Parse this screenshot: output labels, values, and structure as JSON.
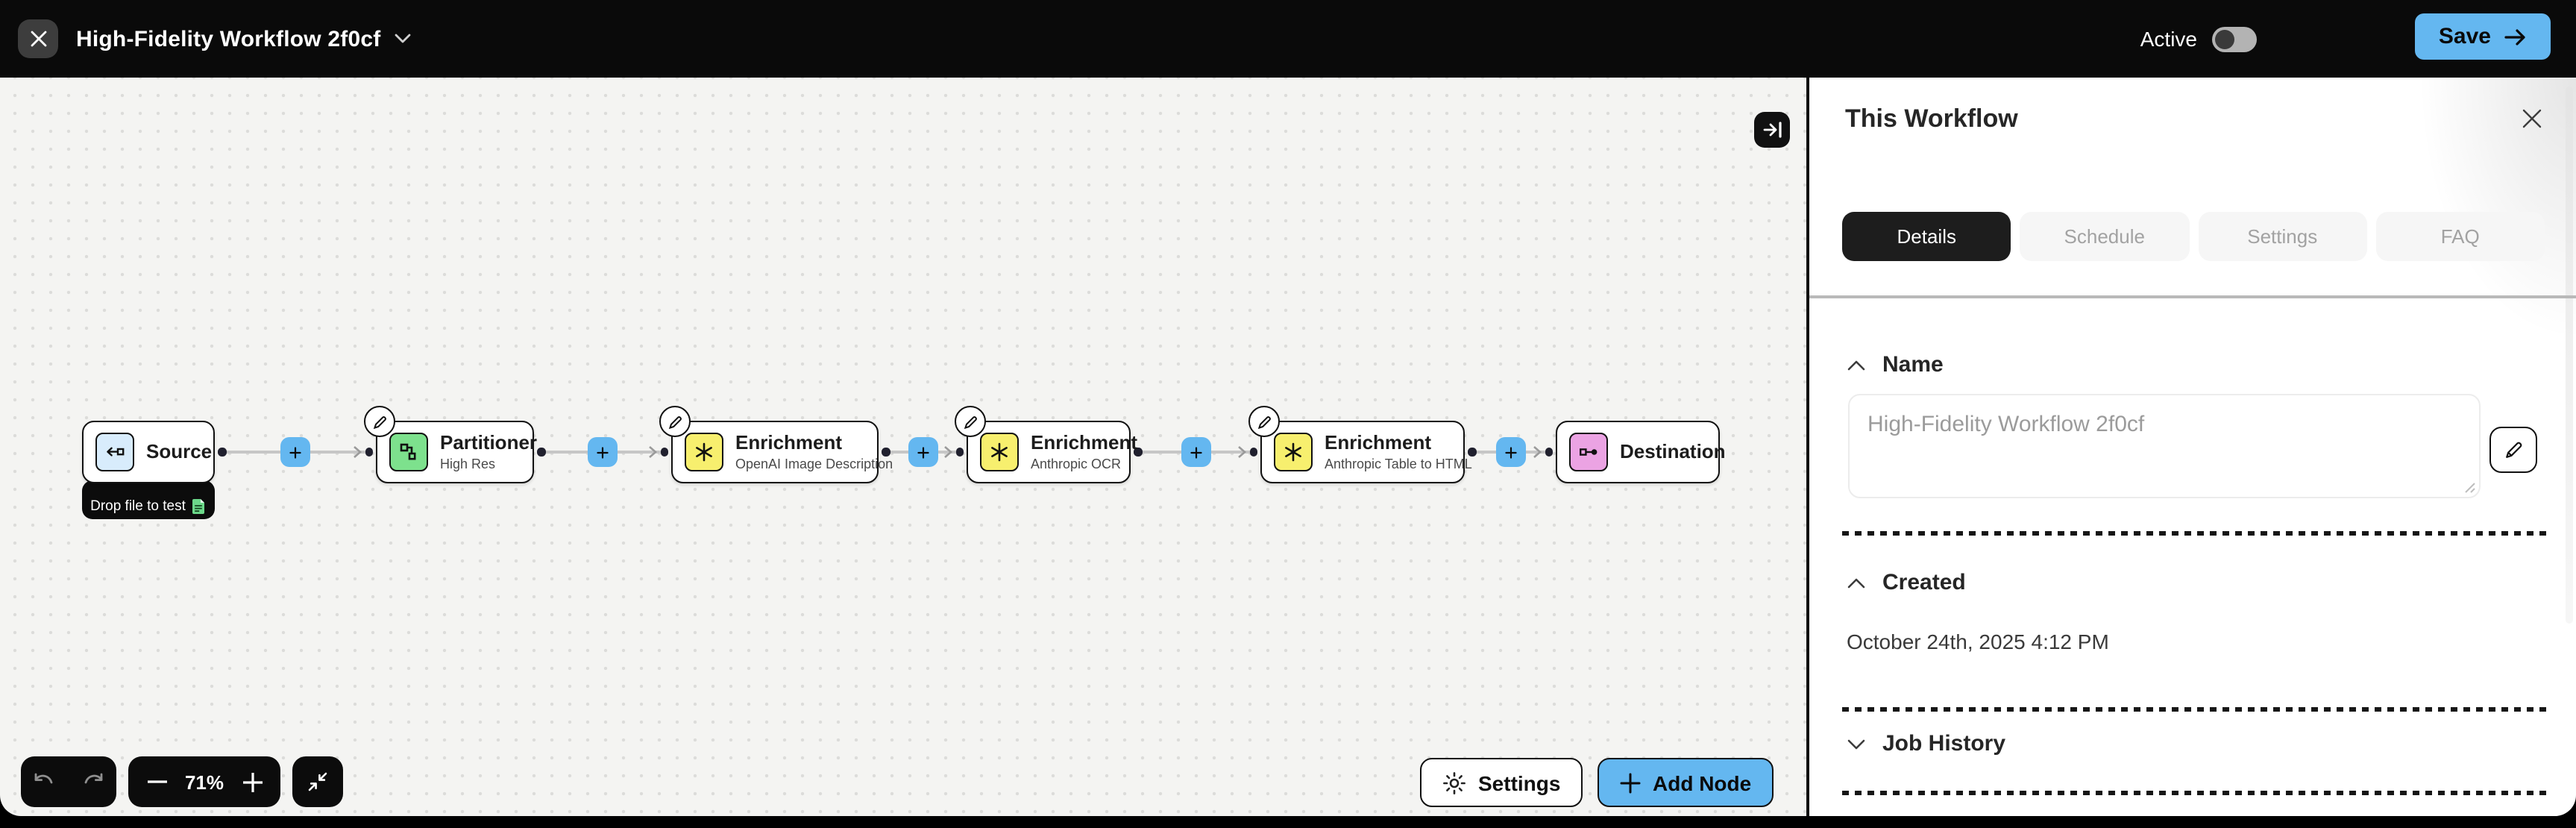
{
  "top_bar": {
    "title": "High-Fidelity Workflow 2f0cf",
    "active_label": "Active",
    "save_label": "Save"
  },
  "canvas": {
    "zoom_level": "71%",
    "settings_label": "Settings",
    "add_node_label": "Add Node",
    "nodes": [
      {
        "type": "source",
        "title": "Source",
        "badge": "Drop file to test"
      },
      {
        "type": "partitioner",
        "title": "Partitioner",
        "subtitle": "High Res"
      },
      {
        "type": "enrichment",
        "title": "Enrichment",
        "subtitle": "OpenAI Image Description"
      },
      {
        "type": "enrichment",
        "title": "Enrichment",
        "subtitle": "Anthropic OCR"
      },
      {
        "type": "enrichment",
        "title": "Enrichment",
        "subtitle": "Anthropic Table to HTML"
      },
      {
        "type": "destination",
        "title": "Destination"
      }
    ],
    "colors": {
      "accent_blue": "#64b7f0",
      "source_icon": "#d8ecfc",
      "partitioner_icon": "#7de18d",
      "enrichment_icon": "#f7ef6e",
      "destination_icon": "#eba3e3"
    }
  },
  "panel": {
    "heading": "This Workflow",
    "tabs": [
      {
        "label": "Details",
        "active": true
      },
      {
        "label": "Schedule",
        "active": false
      },
      {
        "label": "Settings",
        "active": false
      },
      {
        "label": "FAQ",
        "active": false
      }
    ],
    "name_section": {
      "label": "Name",
      "value": "High-Fidelity Workflow 2f0cf"
    },
    "created_section": {
      "label": "Created",
      "value": "October 24th, 2025 4:12 PM"
    },
    "job_history_section": {
      "label": "Job History"
    }
  }
}
